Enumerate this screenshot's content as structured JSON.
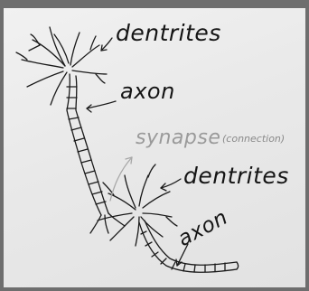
{
  "labels": {
    "dendrites_top": "dentrites",
    "axon_top": "axon",
    "synapse": "synapse",
    "synapse_note": "(connection)",
    "dendrites_bottom": "dentrites",
    "axon_bottom": "axon"
  },
  "colors": {
    "ink": "#141414",
    "paper": "#ececec",
    "frame": "#6e6e6e",
    "synapse_text": "#9a9a9a"
  }
}
